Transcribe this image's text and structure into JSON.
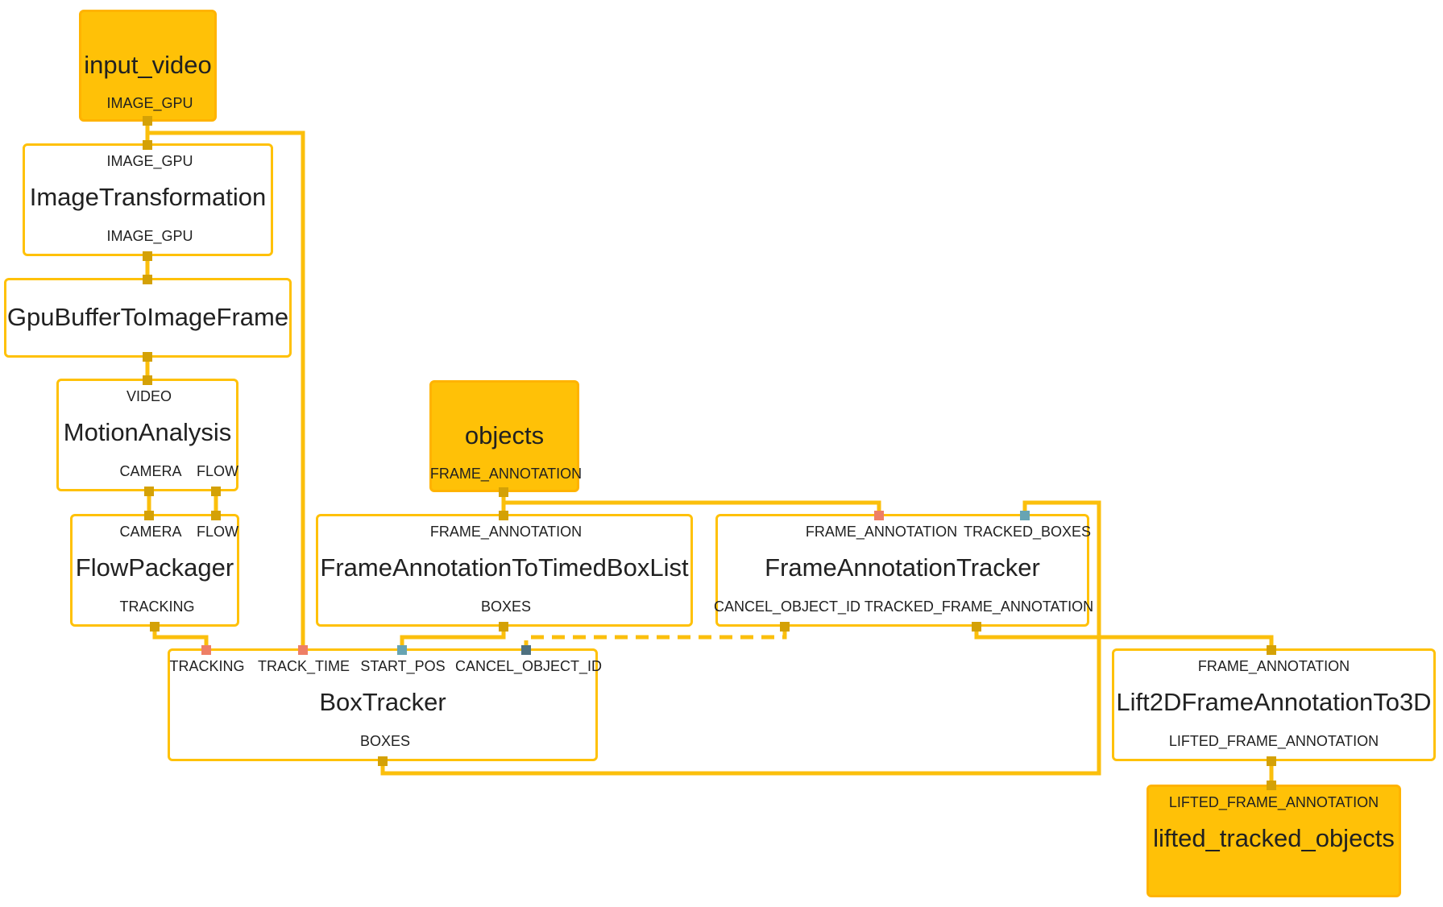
{
  "colors": {
    "edge": "#fbbf0c",
    "node_border": "#ffc107",
    "io_fill": "#ffc107",
    "pin_default": "#d4a106",
    "pin_sync": "#ee7f66",
    "pin_start": "#67a4b3",
    "pin_cancel": "#4f7180"
  },
  "nodes": {
    "input_video": {
      "title": "input_video",
      "out": [
        "IMAGE_GPU"
      ]
    },
    "image_transformation": {
      "title": "ImageTransformation",
      "in": [
        "IMAGE_GPU"
      ],
      "out": [
        "IMAGE_GPU"
      ]
    },
    "gpu_buffer": {
      "title": "GpuBufferToImageFrame"
    },
    "motion_analysis": {
      "title": "MotionAnalysis",
      "in": [
        "VIDEO"
      ],
      "out": [
        "CAMERA",
        "FLOW"
      ]
    },
    "flow_packager": {
      "title": "FlowPackager",
      "in": [
        "CAMERA",
        "FLOW"
      ],
      "out": [
        "TRACKING"
      ]
    },
    "objects": {
      "title": "objects",
      "out": [
        "FRAME_ANNOTATION"
      ]
    },
    "fa_to_boxlist": {
      "title": "FrameAnnotationToTimedBoxList",
      "in": [
        "FRAME_ANNOTATION"
      ],
      "out": [
        "BOXES"
      ]
    },
    "fa_tracker": {
      "title": "FrameAnnotationTracker",
      "in": [
        "FRAME_ANNOTATION",
        "TRACKED_BOXES"
      ],
      "out": [
        "CANCEL_OBJECT_ID",
        "TRACKED_FRAME_ANNOTATION"
      ]
    },
    "box_tracker": {
      "title": "BoxTracker",
      "in": [
        "TRACKING",
        "TRACK_TIME",
        "START_POS",
        "CANCEL_OBJECT_ID"
      ],
      "out": [
        "BOXES"
      ]
    },
    "lift": {
      "title": "Lift2DFrameAnnotationTo3D",
      "in": [
        "FRAME_ANNOTATION"
      ],
      "out": [
        "LIFTED_FRAME_ANNOTATION"
      ]
    },
    "lifted_tracked_objects": {
      "title": "lifted_tracked_objects",
      "in": [
        "LIFTED_FRAME_ANNOTATION"
      ]
    }
  }
}
